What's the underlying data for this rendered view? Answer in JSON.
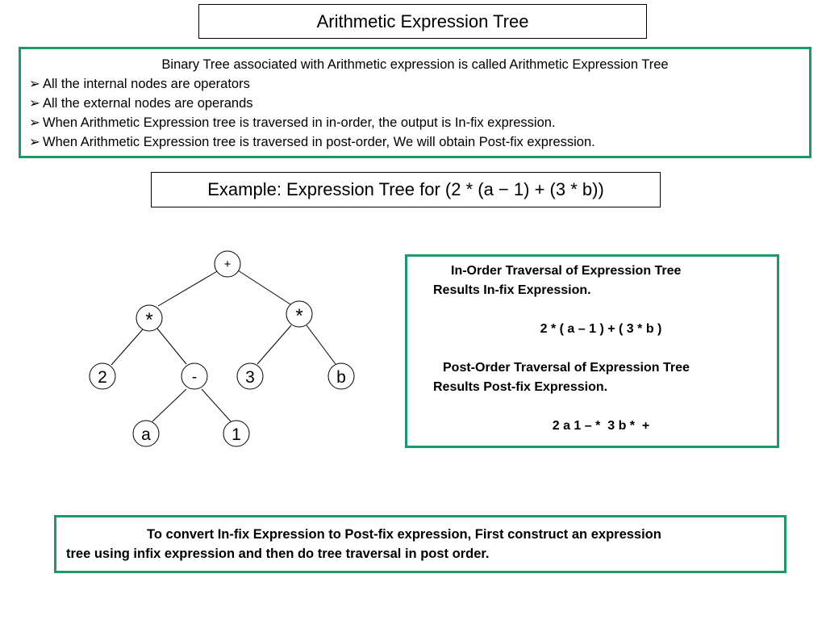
{
  "title": "Arithmetic Expression Tree",
  "definition": {
    "intro": "Binary Tree associated with Arithmetic expression is called Arithmetic Expression Tree",
    "bullet_glyph": "➢",
    "bullets": [
      "All the internal nodes are operators",
      "All the external nodes are operands",
      "When Arithmetic Expression tree is traversed in in-order, the output is In-fix expression.",
      "When Arithmetic Expression tree is traversed in post-order, We will obtain Post-fix expression."
    ]
  },
  "example": "Example: Expression Tree for (2 * (a − 1) + (3 * b))",
  "tree": {
    "root": "+",
    "left_op": "*",
    "right_op": "*",
    "n2": "2",
    "minus": "-",
    "n3": "3",
    "nb": "b",
    "na": "a",
    "n1": "1"
  },
  "traversal": {
    "inorder_heading_1": "In-Order Traversal of Expression Tree",
    "inorder_heading_2": "Results In-fix Expression.",
    "inorder_result": "2 * ( a – 1 ) + ( 3 * b )",
    "postorder_heading_1": "Post-Order Traversal of Expression Tree",
    "postorder_heading_2": "Results Post-fix Expression.",
    "postorder_result": "2 a 1 – *  3 b *  +"
  },
  "conversion": {
    "line1": "To convert In-fix Expression to Post-fix expression, First construct an expression",
    "line2": "tree using infix expression and then do tree traversal in post order."
  },
  "colors": {
    "accent_border": "#1e9a6a",
    "text": "#000000"
  }
}
